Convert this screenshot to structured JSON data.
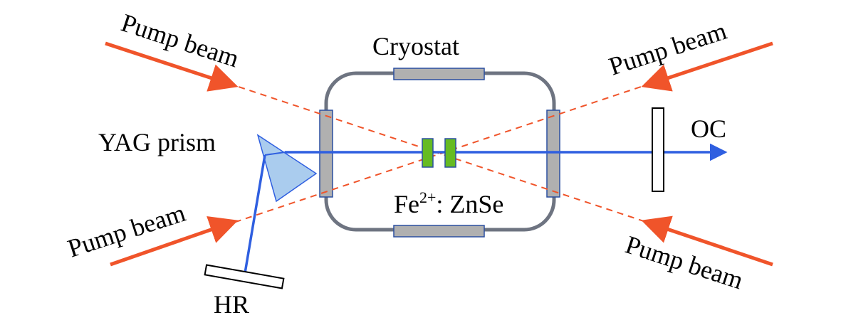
{
  "labels": {
    "cryostat": "Cryostat",
    "yag_prism": "YAG prism",
    "hr": "HR",
    "oc": "OC",
    "crystal_prefix": "Fe",
    "crystal_superscript": "2+",
    "crystal_suffix": ": ZnSe",
    "pump_top_left": "Pump beam",
    "pump_top_right": "Pump beam",
    "pump_bottom_left": "Pump beam",
    "pump_bottom_right": "Pump beam"
  },
  "colors": {
    "pump_beam": "#f0542a",
    "laser_beam": "#2f5fe0",
    "crystal": "#66bb22",
    "prism": "#aaccee",
    "window": "#b0b0b0",
    "cryostat_wall": "#6e7481"
  }
}
